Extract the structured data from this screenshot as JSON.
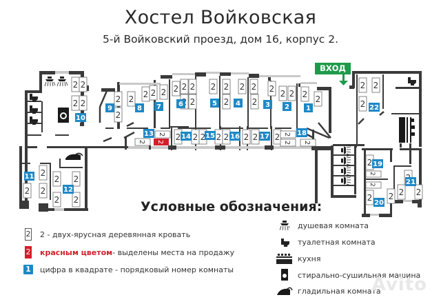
{
  "header": {
    "title": "Хостел Войковская",
    "address": "5-й Войковский проезд, дом 16, корпус 2."
  },
  "entry": {
    "label": "ВХОД",
    "color": "#1e9b4a"
  },
  "colors": {
    "room_number": "#1e88c7",
    "for_sale": "#d21f2a",
    "wall": "#3a3a3a",
    "window": "#c9c9c9"
  },
  "rooms": [
    {
      "number": "1",
      "beds": 2
    },
    {
      "number": "2",
      "beds": 2
    },
    {
      "number": "3",
      "beds": 2
    },
    {
      "number": "4",
      "beds": 2
    },
    {
      "number": "5",
      "beds": 2
    },
    {
      "number": "6",
      "beds": 4
    },
    {
      "number": "7",
      "beds": 2
    },
    {
      "number": "8",
      "beds": 2
    },
    {
      "number": "9",
      "beds": 3
    },
    {
      "number": "10",
      "beds": 4
    },
    {
      "number": "11",
      "beds": 3
    },
    {
      "number": "12",
      "beds": 4
    },
    {
      "number": "13",
      "beds": 3,
      "for_sale": 1
    },
    {
      "number": "14",
      "beds": 2
    },
    {
      "number": "15",
      "beds": 2
    },
    {
      "number": "16",
      "beds": 2
    },
    {
      "number": "17",
      "beds": 2
    },
    {
      "number": "18",
      "beds": 3
    },
    {
      "number": "19",
      "beds": 2
    },
    {
      "number": "20",
      "beds": 3
    },
    {
      "number": "21",
      "beds": 3
    },
    {
      "number": "22",
      "beds": 3
    }
  ],
  "bed_label": "2",
  "legend": {
    "title": "Условные обозначения:",
    "items": [
      {
        "icon": "bunk-bed-icon",
        "symbol": "2",
        "text": "2 - двух-ярусная деревянная кровать"
      },
      {
        "icon": "for-sale-bed-icon",
        "symbol": "2",
        "highlight": "красным цветом",
        "text": " - выделены места на продажу"
      },
      {
        "icon": "room-number-icon",
        "symbol": "1",
        "text": "цифра в квадрате - порядковый номер комнаты"
      }
    ],
    "facilities": [
      {
        "icon": "shower-icon",
        "text": "душевая комната"
      },
      {
        "icon": "toilet-icon",
        "text": "туалетная комната"
      },
      {
        "icon": "kitchen-icon",
        "text": "кухня"
      },
      {
        "icon": "washing-machine-icon",
        "text": "стирально-сушильная машина"
      },
      {
        "icon": "iron-icon",
        "text": "гладильная комната"
      }
    ]
  },
  "watermark": "Avito"
}
